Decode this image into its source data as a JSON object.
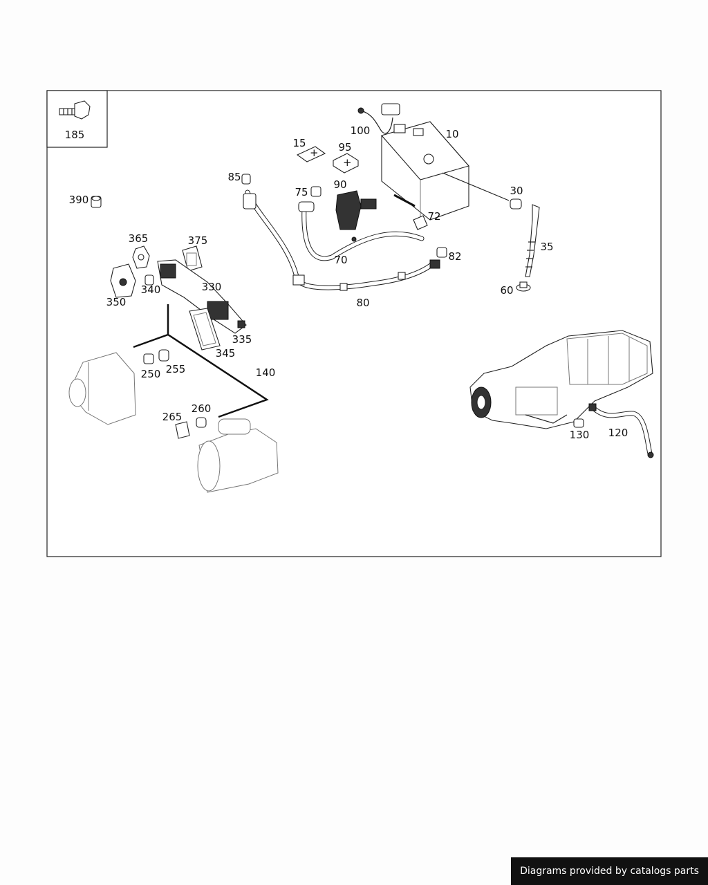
{
  "diagram": {
    "inset_label": "185",
    "part_labels": {
      "p10": "10",
      "p15": "15",
      "p30": "30",
      "p35": "35",
      "p60": "60",
      "p70": "70",
      "p72": "72",
      "p75": "75",
      "p80": "80",
      "p82": "82",
      "p85": "85",
      "p90": "90",
      "p95": "95",
      "p100": "100",
      "p120": "120",
      "p130": "130",
      "p140": "140",
      "p250": "250",
      "p255": "255",
      "p260": "260",
      "p265": "265",
      "p330": "330",
      "p335": "335",
      "p340": "340",
      "p345": "345",
      "p350": "350",
      "p365": "365",
      "p375": "375",
      "p390": "390"
    }
  },
  "footer": {
    "credit": "Diagrams provided by catalogs parts"
  }
}
